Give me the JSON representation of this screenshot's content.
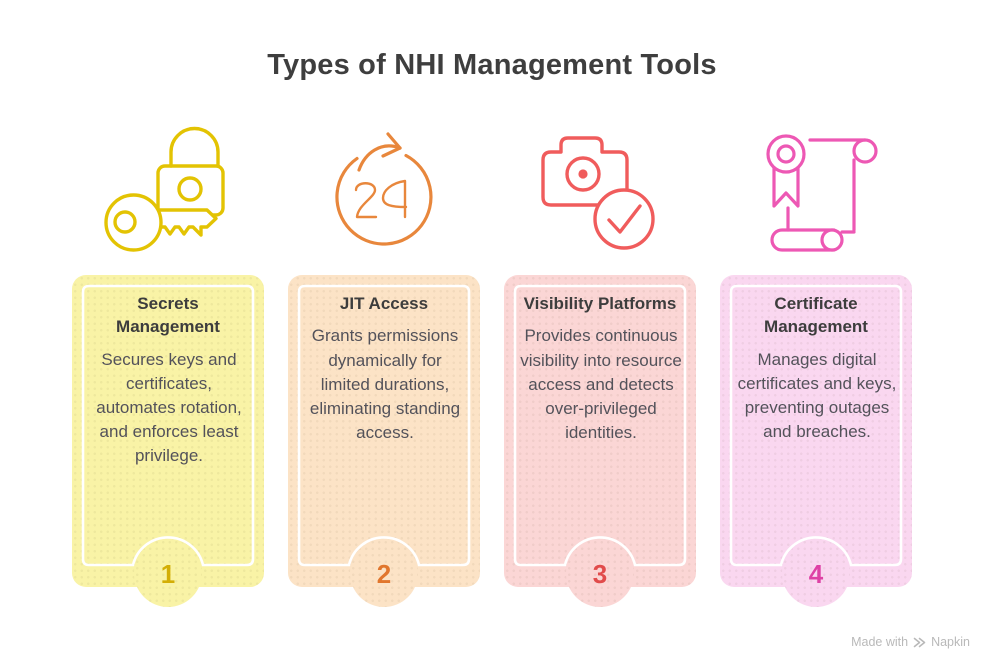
{
  "title": "Types of NHI Management Tools",
  "cards": [
    {
      "number": "1",
      "title": "Secrets Management",
      "body": "Secures keys and certificates, automates rotation, and enforces least privilege.",
      "icon": "lock-and-key-icon",
      "bg": "#f9f3a6",
      "accent": "#d3ae06",
      "icon_color": "#e3c303"
    },
    {
      "number": "2",
      "title": "JIT Access",
      "body": "Grants permissions dynamically for limited durations, eliminating standing access.",
      "icon": "24-hour-cycle-icon",
      "bg": "#fce3c6",
      "accent": "#e1762d",
      "icon_color": "#e8873c"
    },
    {
      "number": "3",
      "title": "Visibility Platforms",
      "body": "Provides continuous visibility into resource access and detects over-privileged identities.",
      "icon": "camera-check-icon",
      "bg": "#fbd6d5",
      "accent": "#e14b4b",
      "icon_color": "#f05c5c"
    },
    {
      "number": "4",
      "title": "Certificate Management",
      "body": "Manages digital certificates and keys, preventing outages and breaches.",
      "icon": "certificate-scroll-icon",
      "bg": "#fad7f0",
      "accent": "#de41a5",
      "icon_color": "#ed58b4"
    }
  ],
  "footer": {
    "made_with": "Made with",
    "brand": "Napkin"
  }
}
